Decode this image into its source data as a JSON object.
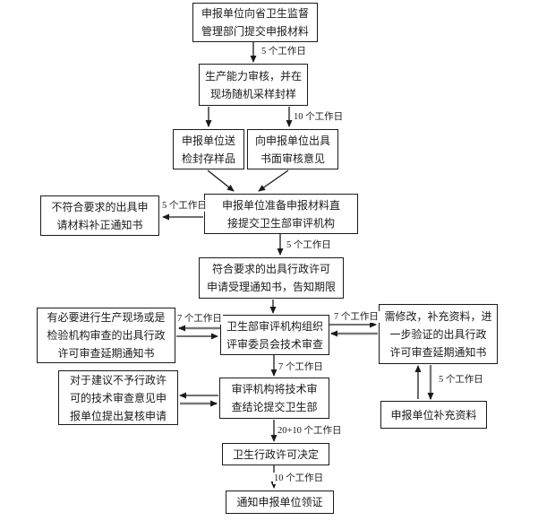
{
  "diagram": {
    "type": "flowchart",
    "nodes": [
      {
        "text": "申报单位向省卫生监督\n管理部门提交申报材料"
      },
      {
        "text": "生产能力审核，并在\n现场随机采样封样"
      },
      {
        "text": "申报单位送\n检封存样品"
      },
      {
        "text": "向申报单位出具\n书面审核意见"
      },
      {
        "text": "不符合要求的出具申\n请材料补正通知书"
      },
      {
        "text": "申报单位准备申报材料直\n接提交卫生部审评机构"
      },
      {
        "text": "符合要求的出具行政许可\n申请受理通知书，告知期限"
      },
      {
        "text": "有必要进行生产现场或是\n检验机构审查的出具行政\n许可审查延期通知书"
      },
      {
        "text": "卫生部审评机构组织\n评审委员会技术审查"
      },
      {
        "text": "需修改，补充资料，进\n一步验证的出具行政\n许可审查延期通知书"
      },
      {
        "text": "对于建议不予行政许\n可的技术审查意见申\n报单位提出复核申请"
      },
      {
        "text": "审评机构将技术审\n查结论提交卫生部"
      },
      {
        "text": "申报单位补充资料"
      },
      {
        "text": "卫生行政许可决定"
      },
      {
        "text": "通知申报单位领证"
      }
    ],
    "edge_labels": [
      {
        "text": "5 个工作日"
      },
      {
        "text": "10 个工作日"
      },
      {
        "text": "5 个工作日"
      },
      {
        "text": "5 个工作日"
      },
      {
        "text": "7 个工作日"
      },
      {
        "text": "7 个工作日"
      },
      {
        "text": "7 个工作日"
      },
      {
        "text": "5 个工作日"
      },
      {
        "text": "20+10 个工作日"
      },
      {
        "text": "10 个工作日"
      }
    ],
    "line_color": "#1a1a1a",
    "background": "#ffffff"
  }
}
